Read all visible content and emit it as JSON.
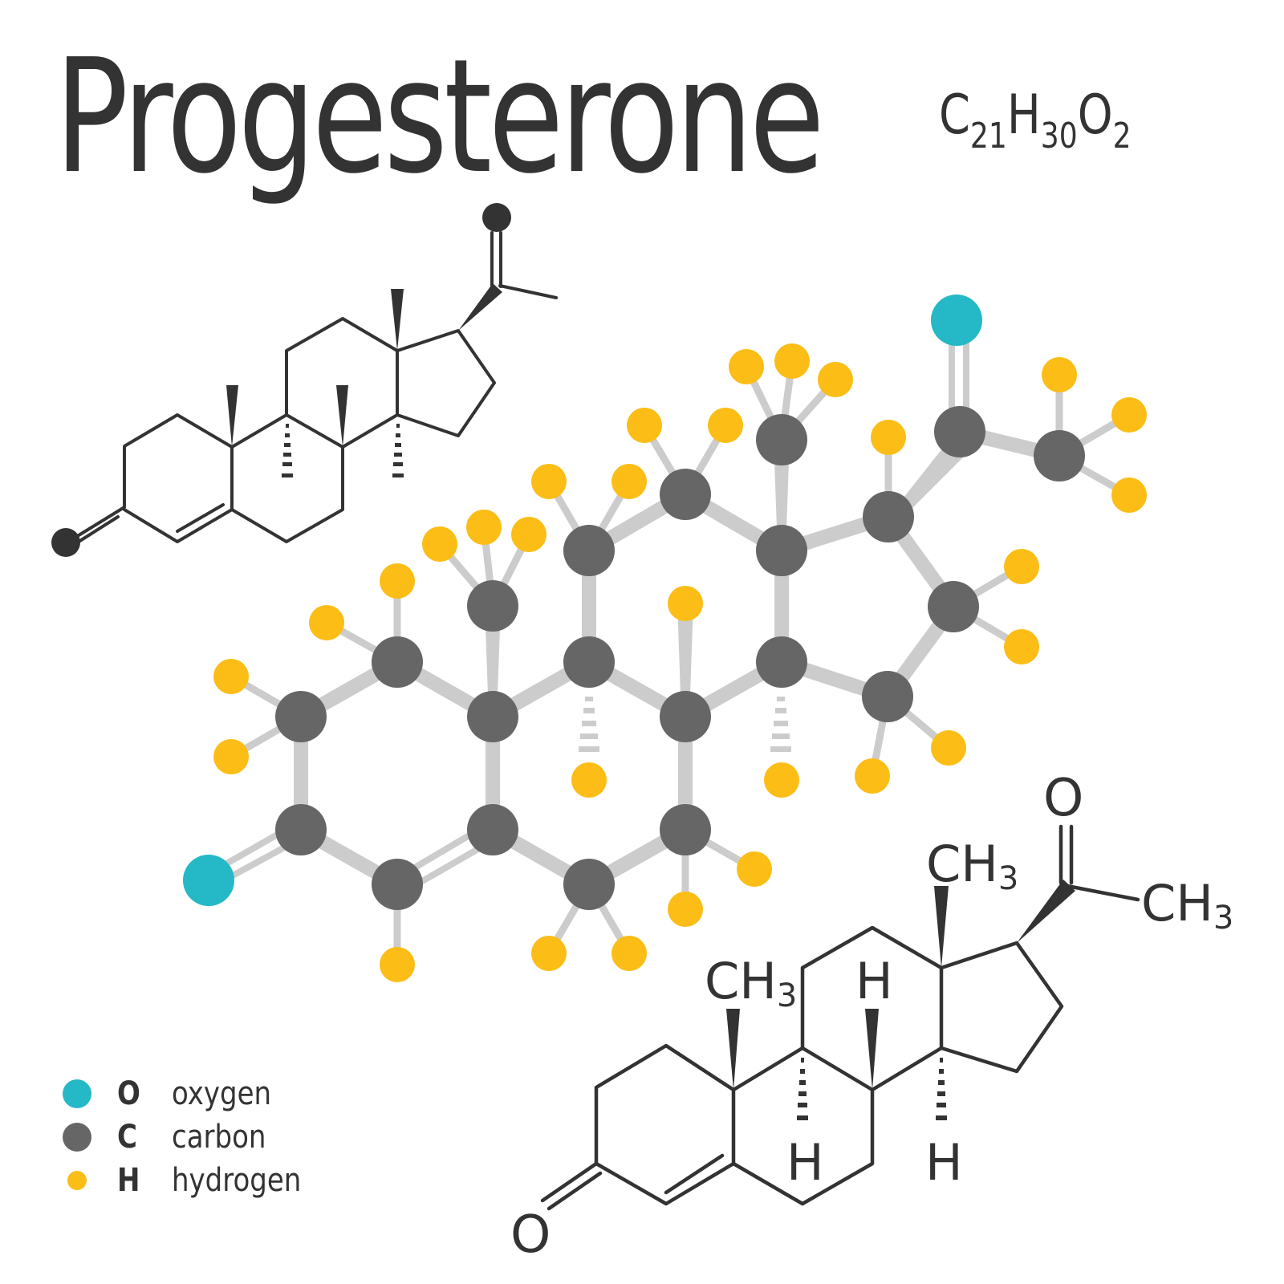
{
  "title": "Progesterone",
  "formula": {
    "c": "C",
    "c_n": "21",
    "h": "H",
    "h_n": "30",
    "o": "O",
    "o_n": "2"
  },
  "colors": {
    "oxygen": "#25b8c6",
    "carbon": "#666666",
    "hydrogen": "#fbbd16",
    "bond": "#cccccc",
    "ink": "#333333"
  },
  "structural_labels": {
    "ketone_o": "O",
    "ring_o": "O",
    "methyl_top": "CH",
    "methyl_top_sub": "3",
    "methyl_left": "CH",
    "methyl_left_sub": "3",
    "acetyl_ch3": "CH",
    "acetyl_ch3_sub": "3",
    "h_beta": "H",
    "h_alpha_9": "H",
    "h_alpha_14": "H"
  },
  "legend": [
    {
      "symbol": "O",
      "name": "oxygen",
      "color": "#25b8c6",
      "size": 34
    },
    {
      "symbol": "C",
      "name": "carbon",
      "color": "#666666",
      "size": 34
    },
    {
      "symbol": "H",
      "name": "hydrogen",
      "color": "#fbbd16",
      "size": 24
    }
  ]
}
